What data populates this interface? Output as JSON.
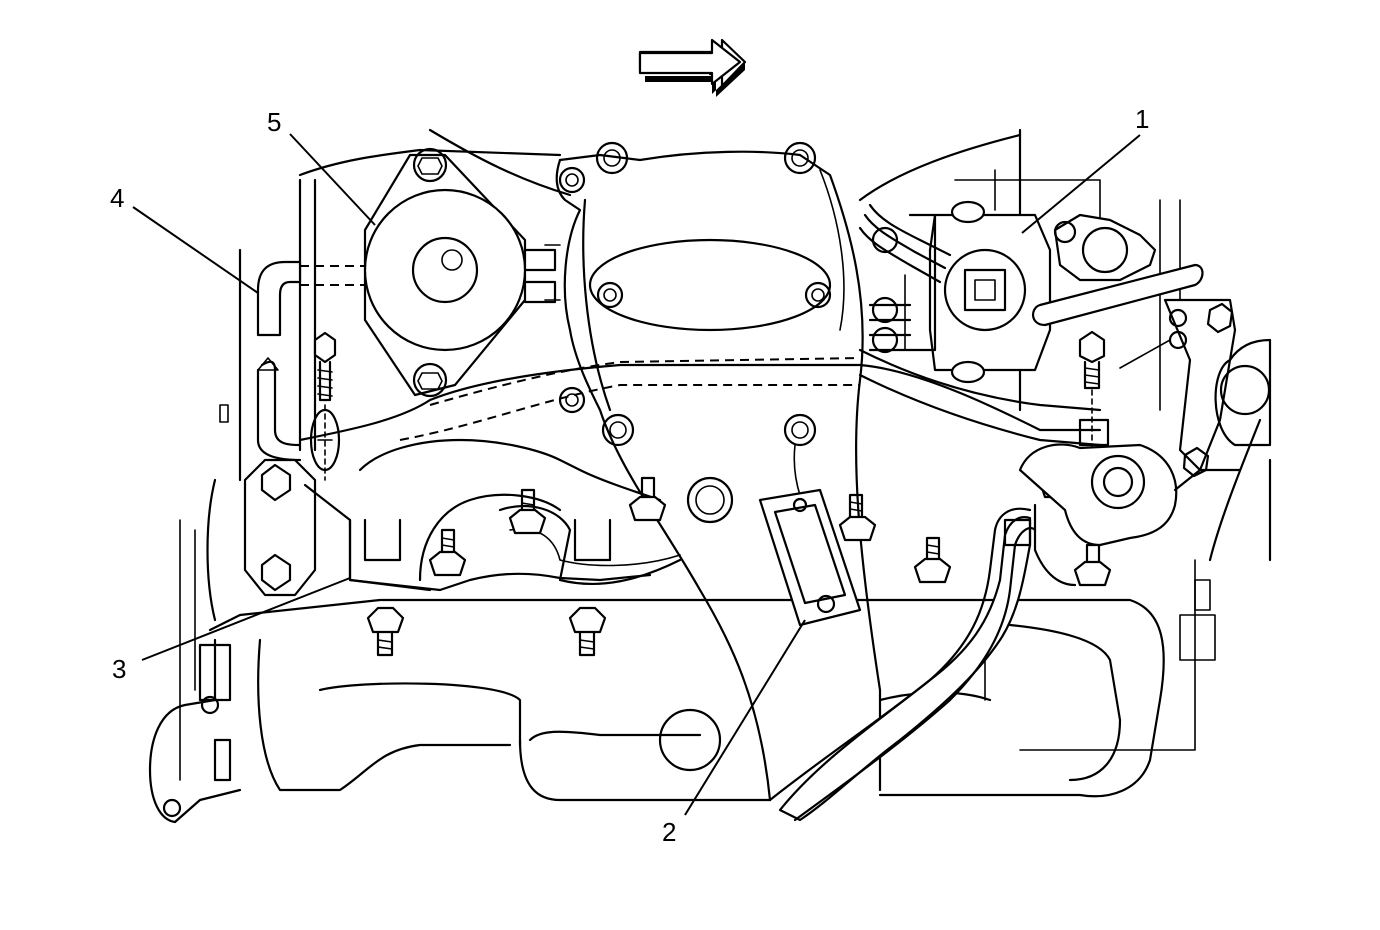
{
  "diagram": {
    "callouts": [
      {
        "id": "1",
        "label": "1"
      },
      {
        "id": "2",
        "label": "2"
      },
      {
        "id": "3",
        "label": "3"
      },
      {
        "id": "4",
        "label": "4"
      },
      {
        "id": "5",
        "label": "5"
      }
    ],
    "direction_arrow_icon": "right-arrow-icon",
    "line_color": "#000000",
    "background_color": "#ffffff"
  }
}
